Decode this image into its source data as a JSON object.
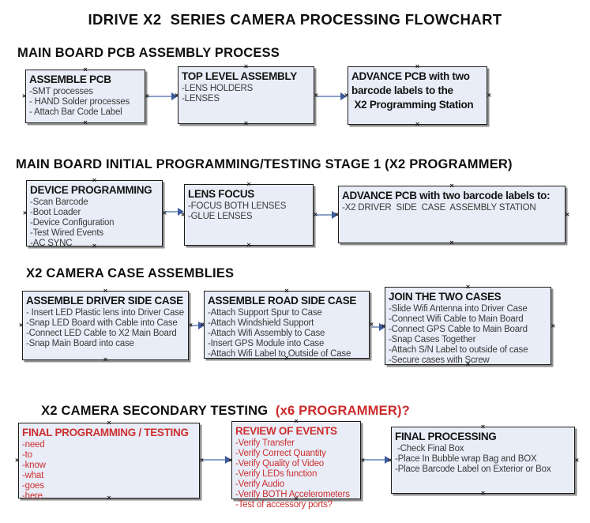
{
  "title": "IDRIVE X2  SERIES CAMERA PROCESSING FLOWCHART",
  "glyphs": {
    "connection_x": "×"
  },
  "colors": {
    "box_fill": "#e9edf7",
    "box_border": "#1c1c1c",
    "box_shadow": "#8f8f8f",
    "arrow_line": "#8ba1c6",
    "arrow_head": "#3c5a9c",
    "red_text": "#cc2a2a",
    "black_text": "#0f0f0f"
  },
  "sections": [
    {
      "heading": "MAIN BOARD PCB ASSEMBLY PROCESS",
      "boxes": [
        {
          "title": "ASSEMBLE PCB",
          "items": [
            "-SMT processes",
            "- HAND Solder processes",
            "- Attach Bar Code Label"
          ]
        },
        {
          "title": "TOP LEVEL ASSEMBLY",
          "items": [
            "-LENS HOLDERS",
            "-LENSES"
          ]
        },
        {
          "title": "ADVANCE PCB with two\nbarcode labels to the\n X2 Programming Station",
          "items": []
        }
      ]
    },
    {
      "heading": "MAIN BOARD INITIAL PROGRAMMING/TESTING STAGE 1 (X2 PROGRAMMER)",
      "boxes": [
        {
          "title": "DEVICE PROGRAMMING",
          "items": [
            "-Scan Barcode",
            "-Boot Loader",
            "-Device Configuration",
            "-Test Wired Events",
            "-AC SYNC"
          ]
        },
        {
          "title": "LENS FOCUS",
          "items": [
            "-FOCUS BOTH LENSES",
            "-GLUE LENSES"
          ]
        },
        {
          "title": "ADVANCE PCB with two barcode labels to:",
          "items": [
            "-X2 DRIVER  SIDE  CASE  ASSEMBLY STATION"
          ]
        }
      ]
    },
    {
      "heading": "X2 CAMERA CASE ASSEMBLIES",
      "boxes": [
        {
          "title": "ASSEMBLE DRIVER SIDE CASE",
          "items": [
            "- Insert LED Plastic lens into Driver Case",
            "-Snap LED Board with Cable into Case",
            "-Connect LED Cable to X2 Main Board",
            "-Snap Main Board into case"
          ]
        },
        {
          "title": "ASSEMBLE ROAD SIDE CASE",
          "items": [
            "-Attach Support Spur to Case",
            "-Attach Windshield Support",
            "-Attach Wifi Assembly to Case",
            "-Insert GPS Module into Case",
            "-Attach Wifi Label to Outside of Case"
          ]
        },
        {
          "title": "JOIN THE TWO CASES",
          "items": [
            "-Slide Wifi Antenna into Driver Case",
            "-Connect Wifi Cable to Main Board",
            "-Connect GPS Cable to Main Board",
            "-Snap Cases Together",
            "-Attach S/N Label to outside of case",
            "-Secure cases with Screw"
          ]
        }
      ]
    },
    {
      "heading": "X2 CAMERA SECONDARY TESTING ",
      "heading_red": " (x6 PROGRAMMER)?",
      "boxes": [
        {
          "title": "FINAL PROGRAMMING / TESTING",
          "items": [
            "-need",
            "-to",
            "-know",
            "-what",
            "-goes",
            "-here"
          ]
        },
        {
          "title": "REVIEW OF EVENTS",
          "items": [
            "-Verify Transfer",
            "-Verify Correct Quantity",
            "-Verify Quality of Video",
            "-Verify LEDs function",
            "-Verify Audio",
            "-Verify BOTH Accelerometers",
            "-Test of accessory ports?"
          ]
        },
        {
          "title": "FINAL PROCESSING",
          "items": [
            " -Check Final Box",
            "-Place In Bubble wrap Bag and BOX",
            "-Place Barcode Label on Exterior or Box"
          ]
        }
      ]
    }
  ]
}
